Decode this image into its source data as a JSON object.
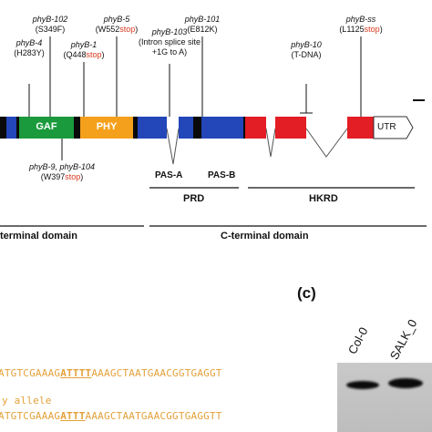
{
  "mutations": {
    "phyB102": {
      "name": "phyB-102",
      "change": "(S349F)"
    },
    "phyB4": {
      "name": "phyB-4",
      "change": "(H283Y)"
    },
    "phyB1": {
      "name": "phyB-1",
      "change_pre": "(Q448",
      "change_stop": "stop",
      "change_post": ")"
    },
    "phyB5": {
      "name": "phyB-5",
      "change_pre": "(W552",
      "change_stop": "stop",
      "change_post": ")"
    },
    "phyB103": {
      "name": "phyB-103",
      "line1": "(Intron splice site",
      "line2": "+1G to A)"
    },
    "phyB101": {
      "name": "phyB-101",
      "change": "(E812K)"
    },
    "phyB10": {
      "name": "phyB-10",
      "change": "(T-DNA)"
    },
    "phyBss": {
      "name": "phyB-ss",
      "change_pre": "(L1125",
      "change_stop": "stop",
      "change_post": ")"
    },
    "phyB9": {
      "name": "phyB-9, phyB-104",
      "change_pre": "(W397",
      "change_stop": "stop",
      "change_post": ")"
    }
  },
  "gene": {
    "gaf_label": "GAF",
    "phy_label": "PHY",
    "utr_label": "UTR",
    "pas_a": "PAS-A",
    "pas_b": "PAS-B",
    "prd": "PRD",
    "hkrd": "HKRD",
    "nterm": "terminal domain",
    "cterm": "C-terminal domain"
  },
  "panel_c": {
    "label": "(c)",
    "lanes": [
      "Col-0",
      "SALK_0"
    ]
  },
  "sequence": {
    "line1_pre": "ATGTCGAAAG",
    "line1_ul": "ATTTT",
    "line1_post": "AAAGCTAATGAACGGTGAGGT",
    "line2": "y allele",
    "line3_pre": "ATGTCGAAAG",
    "line3_ul": "ATTT",
    "line3_post": "AAAGCTAATGAACGGTGAGGTT"
  },
  "colors": {
    "black": "#0a0a0a",
    "gaf": "#1a9a3c",
    "phy": "#f5a01c",
    "blue": "#2346b8",
    "red": "#e31e24",
    "stop": "#d9391e",
    "seq": "#e3a13a"
  }
}
